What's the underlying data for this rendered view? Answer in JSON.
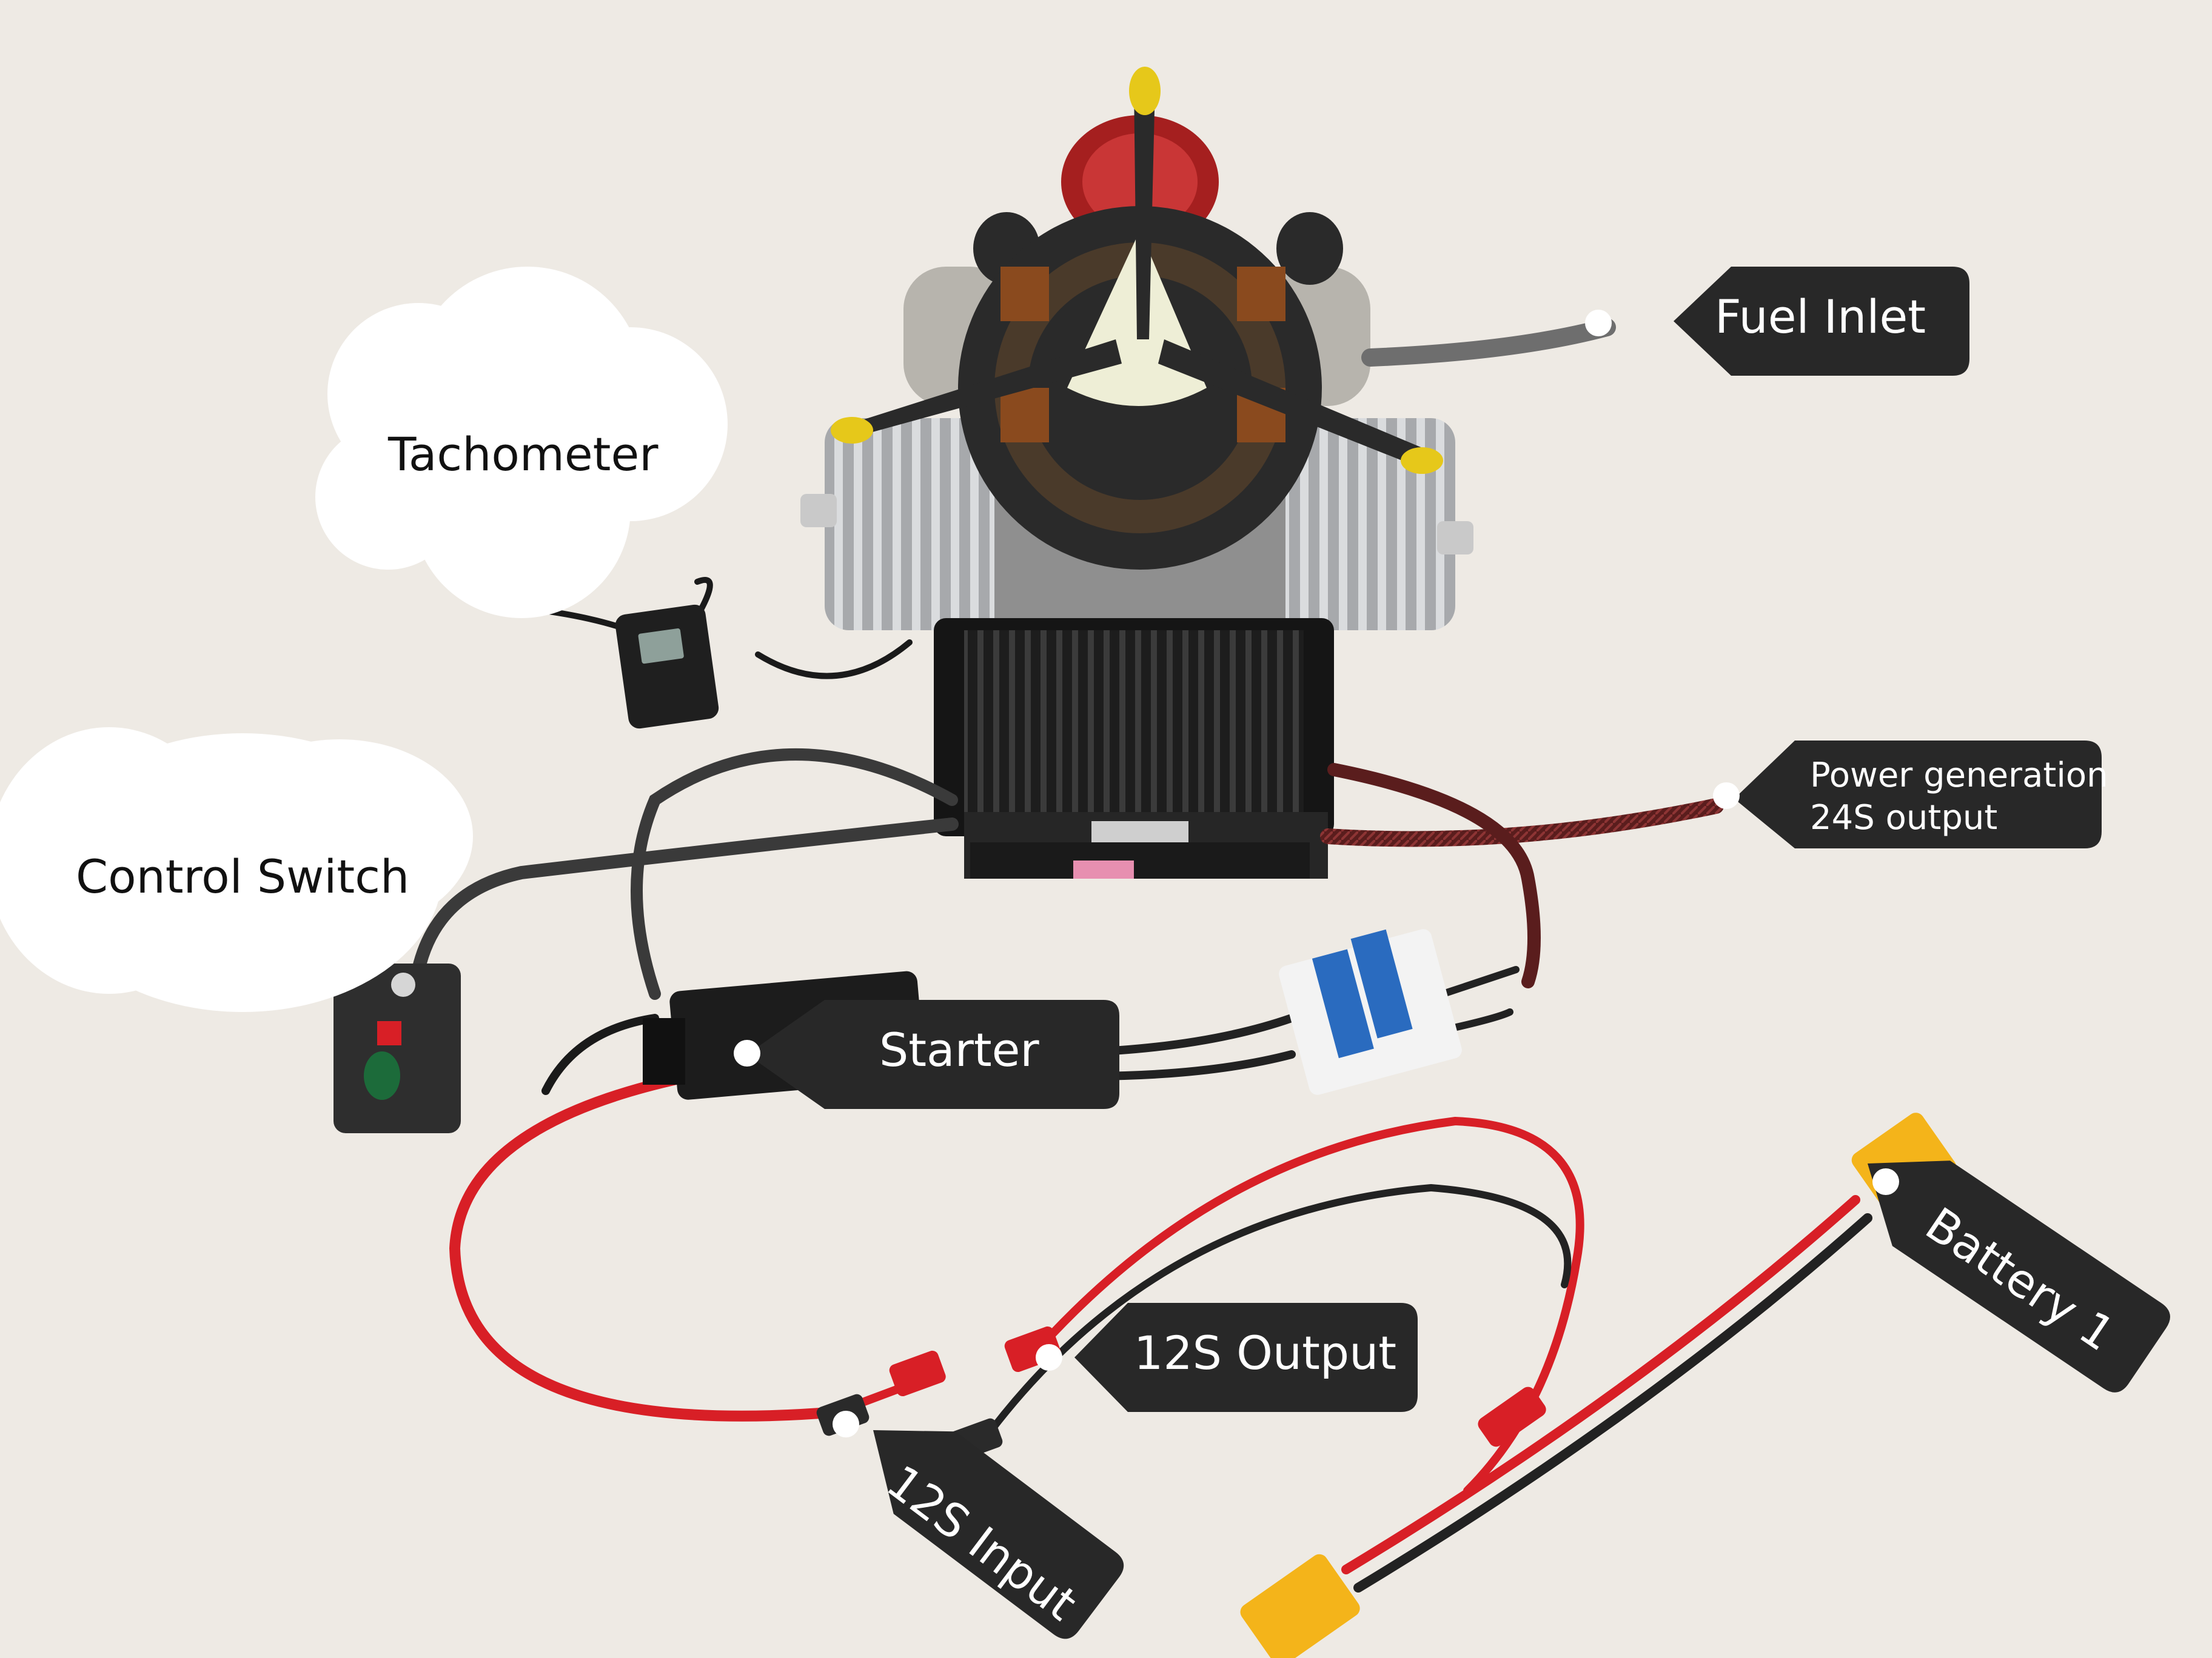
{
  "labels": {
    "tachometer": "Tachometer",
    "fuel_inlet": "Fuel Inlet",
    "control_switch": "Control Switch",
    "power_generation_line1": "Power generation",
    "power_generation_line2": "24S output",
    "starter": "Starter",
    "output_12s": "12S Output",
    "input_12s": "12S Input",
    "battery_1": "Battery 1"
  },
  "colors": {
    "tag_fill": "#282828",
    "cloud_fill": "#ffffff",
    "red_wire": "#d81f26",
    "connector_yellow": "#f4b41a"
  }
}
